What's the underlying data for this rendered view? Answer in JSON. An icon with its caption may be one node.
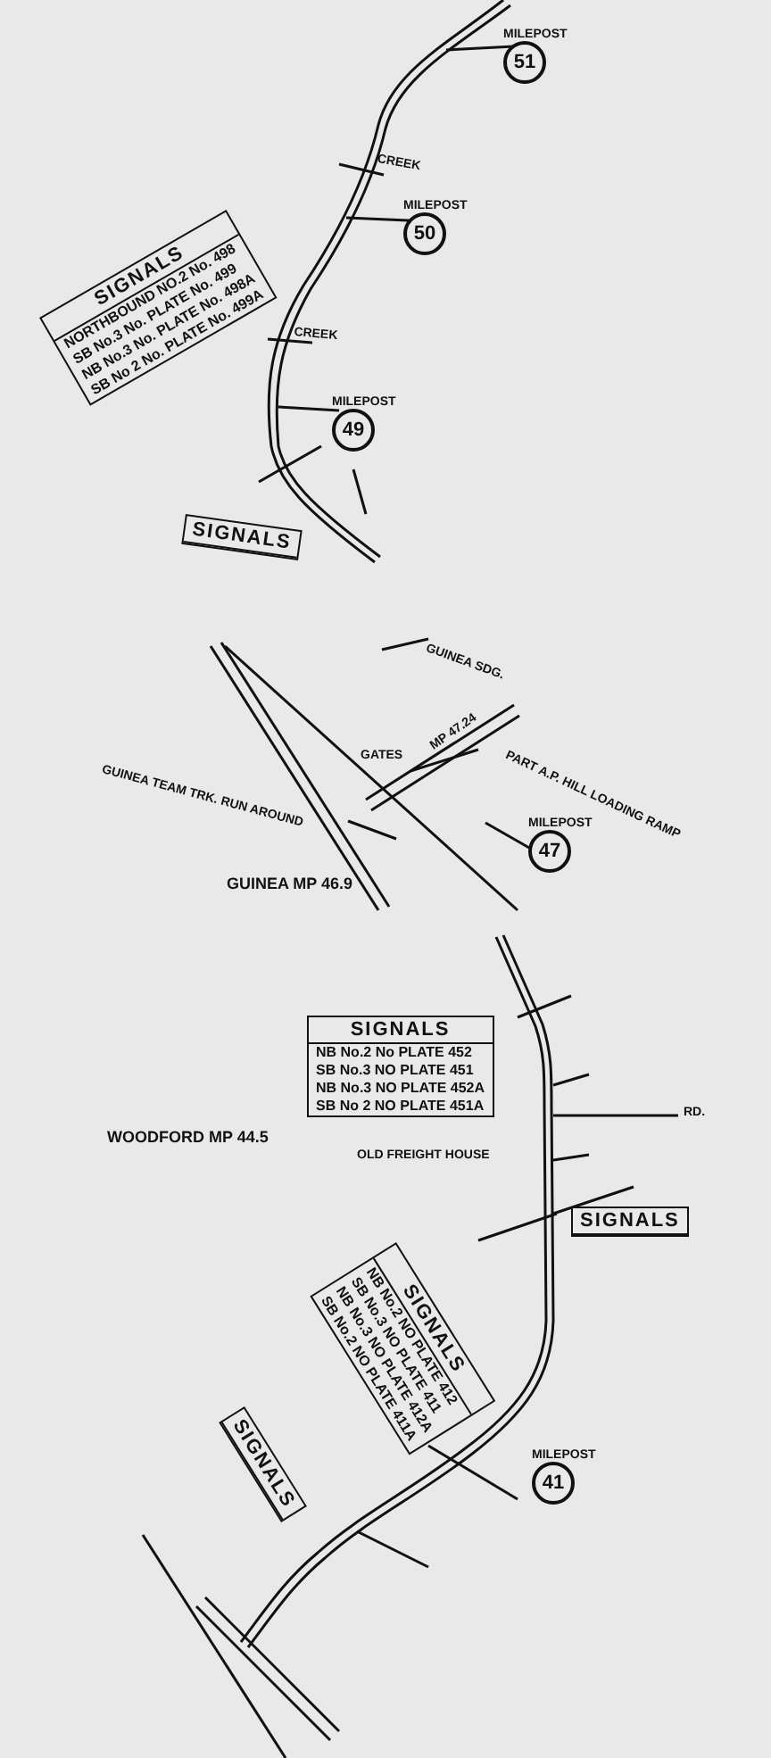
{
  "diagram": {
    "nodes": [
      {
        "text": [
          "SIGNALS",
          "NORTHBOUND NO.2 No. 498",
          "SB No.3 No. PLATE No. 499",
          "NB No.3 No. PLATE No. 498A",
          "SB No 2 No. PLATE No. 499A"
        ]
      },
      {
        "text": [
          "51"
        ],
        "beside": [
          "MILEPOST"
        ]
      },
      {
        "text": [
          "50"
        ],
        "beside": [
          "MILEPOST"
        ]
      },
      {
        "text": [
          "49"
        ],
        "beside": [
          "MILEPOST"
        ]
      },
      {
        "text": [
          "SIGNALS"
        ]
      },
      {
        "text": [
          "47"
        ],
        "beside": [
          "MILEPOST"
        ]
      },
      {
        "text": [
          "SIGNALS",
          "NB No.2 No PLATE 452",
          "SB No.3 NO PLATE 451",
          "NB No.3 NO PLATE 452A",
          "SB No 2 NO PLATE 451A"
        ]
      },
      {
        "text": [
          "SIGNALS"
        ]
      },
      {
        "text": [
          "SIGNALS",
          "NB No.2 NO PLATE 412",
          "SB No.3 NO PLATE 411",
          "NB No.3 NO PLATE 412A",
          "SB No.2 NO PLATE 411A"
        ]
      },
      {
        "text": [
          "41"
        ],
        "beside": [
          "MILEPOST"
        ]
      },
      {
        "text": [
          "SIGNALS"
        ]
      }
    ],
    "labels": [
      "CREEK",
      "CREEK",
      "GUINEA SDG.",
      "GATES",
      "MP 47.24",
      "PART A.P. HILL LOADING RAMP",
      "GUINEA TEAM TRK. RUN AROUND",
      "GUINEA MP 46.9",
      "WOODFORD MP 44.5",
      "OLD FREIGHT HOUSE",
      "RD."
    ]
  }
}
